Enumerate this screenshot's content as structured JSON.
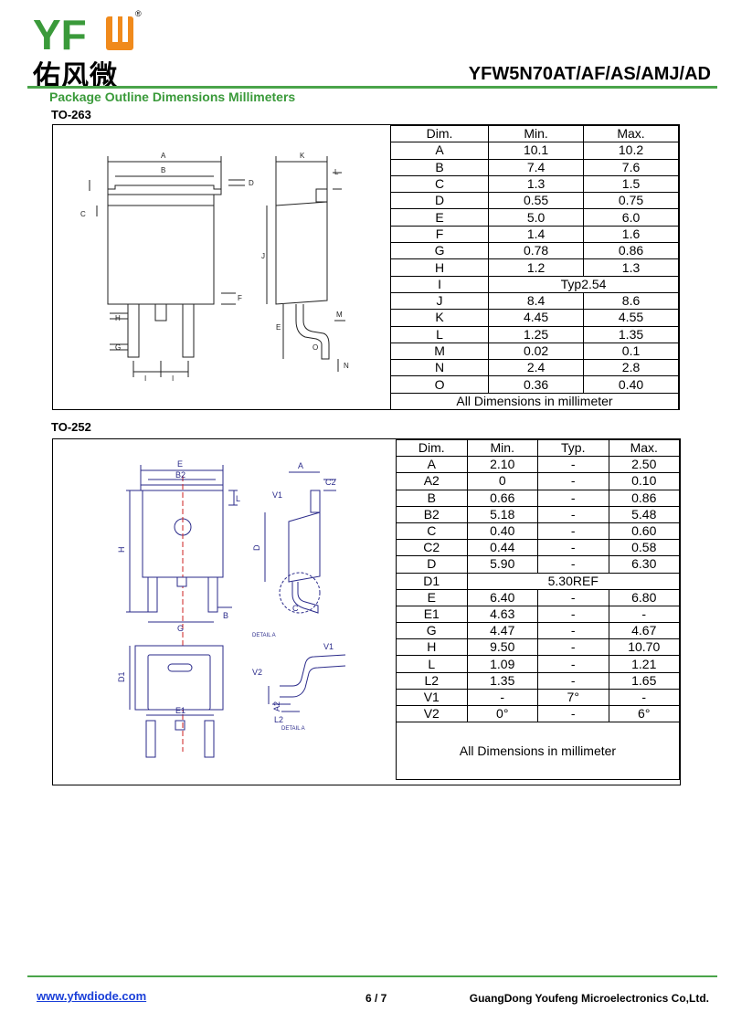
{
  "header": {
    "logo_text": "YFW",
    "logo_chinese": "佑风微",
    "logo_registered": "®",
    "part_number": "YFW5N70AT/AF/AS/AMJ/AD",
    "section_title": "Package Outline Dimensions Millimeters"
  },
  "colors": {
    "green": "#4aa44a",
    "logo_green": "#3a9a3a",
    "logo_orange": "#f08a1c",
    "link": "#1a3fd8"
  },
  "to263": {
    "label": "TO-263",
    "columns": [
      "Dim.",
      "Min.",
      "Max."
    ],
    "rows": [
      [
        "A",
        "10.1",
        "10.2"
      ],
      [
        "B",
        "7.4",
        "7.6"
      ],
      [
        "C",
        "1.3",
        "1.5"
      ],
      [
        "D",
        "0.55",
        "0.75"
      ],
      [
        "E",
        "5.0",
        "6.0"
      ],
      [
        "F",
        "1.4",
        "1.6"
      ],
      [
        "G",
        "0.78",
        "0.86"
      ],
      [
        "H",
        "1.2",
        "1.3"
      ],
      [
        "I",
        "Typ2.54"
      ],
      [
        "J",
        "8.4",
        "8.6"
      ],
      [
        "K",
        "4.45",
        "4.55"
      ],
      [
        "L",
        "1.25",
        "1.35"
      ],
      [
        "M",
        "0.02",
        "0.1"
      ],
      [
        "N",
        "2.4",
        "2.8"
      ],
      [
        "O",
        "0.36",
        "0.40"
      ]
    ],
    "note": "All Dimensions in millimeter",
    "drawing_labels": [
      "A",
      "B",
      "C",
      "D",
      "F",
      "H",
      "G",
      "I",
      "I",
      "K",
      "L",
      "J",
      "E",
      "M",
      "O",
      "N"
    ]
  },
  "to252": {
    "label": "TO-252",
    "columns": [
      "Dim.",
      "Min.",
      "Typ.",
      "Max."
    ],
    "rows": [
      [
        "A",
        "2.10",
        "-",
        "2.50"
      ],
      [
        "A2",
        "0",
        "-",
        "0.10"
      ],
      [
        "B",
        "0.66",
        "-",
        "0.86"
      ],
      [
        "B2",
        "5.18",
        "-",
        "5.48"
      ],
      [
        "C",
        "0.40",
        "-",
        "0.60"
      ],
      [
        "C2",
        "0.44",
        "-",
        "0.58"
      ],
      [
        "D",
        "5.90",
        "-",
        "6.30"
      ],
      [
        "D1",
        "5.30REF"
      ],
      [
        "E",
        "6.40",
        "-",
        "6.80"
      ],
      [
        "E1",
        "4.63",
        "-",
        "-"
      ],
      [
        "G",
        "4.47",
        "-",
        "4.67"
      ],
      [
        "H",
        "9.50",
        "-",
        "10.70"
      ],
      [
        "L",
        "1.09",
        "-",
        "1.21"
      ],
      [
        "L2",
        "1.35",
        "-",
        "1.65"
      ],
      [
        "V1",
        "-",
        "7°",
        "-"
      ],
      [
        "V2",
        "0°",
        "-",
        "6°"
      ]
    ],
    "note": "All Dimensions in millimeter",
    "drawing_labels": [
      "E",
      "B2",
      "A",
      "C2",
      "V1",
      "L",
      "H",
      "D",
      "B",
      "G",
      "C",
      "DETAIL A",
      "D1",
      "E1",
      "V1",
      "V2",
      "A2",
      "L2",
      "DETAIL A"
    ]
  },
  "footer": {
    "url": "www.yfwdiode.com",
    "page": "6 / 7",
    "company": "GuangDong Youfeng Microelectronics Co,Ltd."
  }
}
